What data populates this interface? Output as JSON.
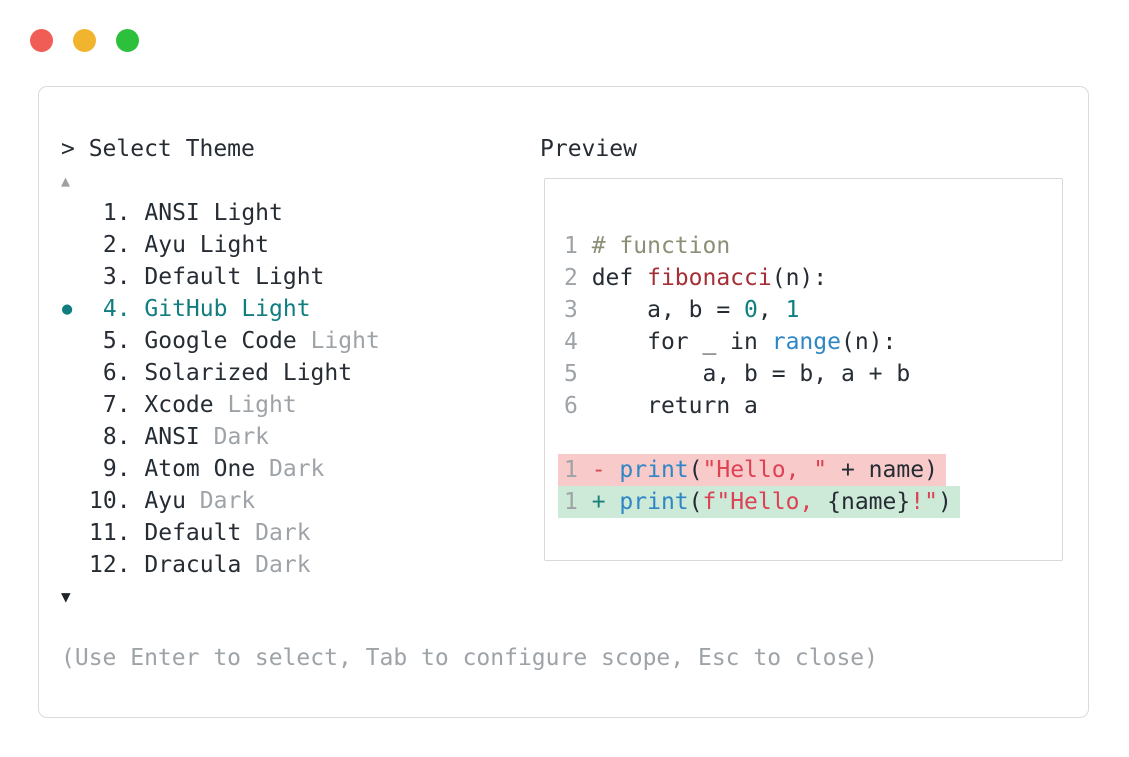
{
  "window": {
    "traffic_lights": [
      {
        "name": "close",
        "color": "#f05d56"
      },
      {
        "name": "minimize",
        "color": "#f1b42f"
      },
      {
        "name": "zoom",
        "color": "#2cc03d"
      }
    ]
  },
  "colors": {
    "accent_teal": "#117d7f",
    "muted_gray": "#9ea3a8",
    "text_dark": "#262c33",
    "comment_green": "#8a9077",
    "defname_red": "#a52f35",
    "number_teal": "#0e7e80",
    "builtin_blue": "#2e86c4",
    "string_red": "#dd4154",
    "del_marker": "#d04a52",
    "add_marker": "#17807b",
    "del_bg": "#f8caca",
    "add_bg": "#cde9d8"
  },
  "picker": {
    "prompt": "> Select Theme",
    "scroll_up": "▲",
    "scroll_down": "▼",
    "selected_bullet": "●",
    "items": [
      {
        "number": 1,
        "label": "ANSI Light",
        "muted_suffix": "",
        "selected": false
      },
      {
        "number": 2,
        "label": "Ayu Light",
        "muted_suffix": "",
        "selected": false
      },
      {
        "number": 3,
        "label": "Default Light",
        "muted_suffix": "",
        "selected": false
      },
      {
        "number": 4,
        "label": "GitHub Light",
        "muted_suffix": "",
        "selected": true
      },
      {
        "number": 5,
        "label": "Google Code",
        "muted_suffix": "Light",
        "selected": false
      },
      {
        "number": 6,
        "label": "Solarized Light",
        "muted_suffix": "",
        "selected": false
      },
      {
        "number": 7,
        "label": "Xcode",
        "muted_suffix": "Light",
        "selected": false
      },
      {
        "number": 8,
        "label": "ANSI",
        "muted_suffix": "Dark",
        "selected": false
      },
      {
        "number": 9,
        "label": "Atom One",
        "muted_suffix": "Dark",
        "selected": false
      },
      {
        "number": 10,
        "label": "Ayu",
        "muted_suffix": "Dark",
        "selected": false
      },
      {
        "number": 11,
        "label": "Default",
        "muted_suffix": "Dark",
        "selected": false
      },
      {
        "number": 12,
        "label": "Dracula",
        "muted_suffix": "Dark",
        "selected": false
      }
    ],
    "help": "(Use Enter to select, Tab to configure scope, Esc to close)"
  },
  "preview": {
    "label": "Preview",
    "lines": [
      {
        "num": "1",
        "diff": "",
        "tokens": [
          {
            "cls": "comment",
            "t": "# function"
          }
        ]
      },
      {
        "num": "2",
        "diff": "",
        "tokens": [
          {
            "cls": "code",
            "t": "def "
          },
          {
            "cls": "defname",
            "t": "fibonacci"
          },
          {
            "cls": "code",
            "t": "(n):"
          }
        ]
      },
      {
        "num": "3",
        "diff": "",
        "tokens": [
          {
            "cls": "code",
            "t": "    a, b = "
          },
          {
            "cls": "number",
            "t": "0"
          },
          {
            "cls": "code",
            "t": ", "
          },
          {
            "cls": "number",
            "t": "1"
          }
        ]
      },
      {
        "num": "4",
        "diff": "",
        "tokens": [
          {
            "cls": "code",
            "t": "    for _ in "
          },
          {
            "cls": "builtin",
            "t": "range"
          },
          {
            "cls": "code",
            "t": "(n):"
          }
        ]
      },
      {
        "num": "5",
        "diff": "",
        "tokens": [
          {
            "cls": "code",
            "t": "        a, b = b, a + b"
          }
        ]
      },
      {
        "num": "6",
        "diff": "",
        "tokens": [
          {
            "cls": "code",
            "t": "    return a"
          }
        ]
      },
      {
        "num": "",
        "diff": "",
        "blank": true,
        "tokens": []
      },
      {
        "num": "1",
        "diff": "del",
        "tokens": [
          {
            "cls": "del",
            "t": "- "
          },
          {
            "cls": "builtin",
            "t": "print"
          },
          {
            "cls": "code",
            "t": "("
          },
          {
            "cls": "string",
            "t": "\"Hello, \""
          },
          {
            "cls": "code",
            "t": " + name)"
          }
        ]
      },
      {
        "num": "1",
        "diff": "add",
        "tokens": [
          {
            "cls": "add",
            "t": "+ "
          },
          {
            "cls": "builtin",
            "t": "print"
          },
          {
            "cls": "code",
            "t": "("
          },
          {
            "cls": "string",
            "t": "f\"Hello, "
          },
          {
            "cls": "code",
            "t": "{name}"
          },
          {
            "cls": "string",
            "t": "!\""
          },
          {
            "cls": "code",
            "t": ")"
          }
        ]
      }
    ]
  }
}
